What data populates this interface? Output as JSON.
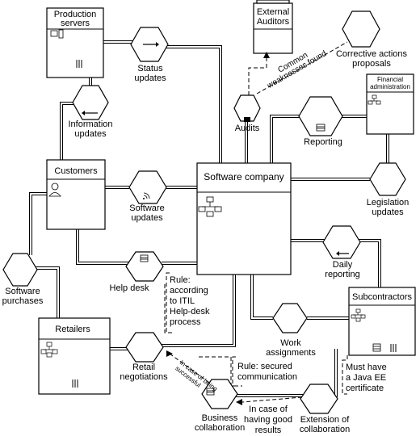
{
  "nodes": {
    "production_servers": "Production servers",
    "external_auditors": "External Auditors",
    "customers": "Customers",
    "software_company": "Software company",
    "financial_administration": "Financial administration",
    "retailers": "Retailers",
    "subcontractors": "Subcontractors"
  },
  "processes": {
    "status_updates": [
      "Status",
      "updates"
    ],
    "information_updates": [
      "Information",
      "updates"
    ],
    "audits": "Audits",
    "corrective_actions": [
      "Corrective actions",
      "proposals"
    ],
    "reporting": "Reporting",
    "legislation_updates": [
      "Legislation",
      "updates"
    ],
    "software_updates": [
      "Software",
      "updates"
    ],
    "software_purchases": [
      "Software",
      "purchases"
    ],
    "help_desk": "Help desk",
    "daily_reporting": [
      "Daily",
      "reporting"
    ],
    "work_assignments": [
      "Work",
      "assignments"
    ],
    "retail_negotiations": [
      "Retail",
      "negotiations"
    ],
    "business_collaboration": [
      "Business",
      "collaboration"
    ],
    "extension_of_collaboration": [
      "Extension of",
      "collaboration"
    ]
  },
  "annotations": {
    "common_weaknesses": [
      "Common",
      "weaknesses found"
    ],
    "rule_itil": [
      "Rule:",
      "according",
      "to ITIL",
      "Help-desk",
      "process"
    ],
    "rule_secured": [
      "Rule: secured",
      "communication"
    ],
    "java_ee": [
      "Must have",
      "a Java EE",
      "certificate"
    ],
    "good_results": [
      "In case of",
      "having good",
      "results"
    ],
    "being_successful": [
      "In case of being",
      "successful"
    ]
  },
  "icons": {
    "production_servers": "server-icon",
    "customers": "person-icon",
    "software_company": "org-chart-icon",
    "financial_administration": "org-chart-icon",
    "retailers": "org-chart-icon",
    "subcontractors": "org-chart-icon",
    "status_updates": "right-arrow-icon",
    "information_updates": "left-arrow-icon",
    "software_updates": "rss-icon",
    "help_desk": "document-icon",
    "reporting": "document-stack-icon",
    "daily_reporting": "left-arrow-icon",
    "business_collaboration": "document-icon",
    "audits": "document-stack-icon"
  }
}
